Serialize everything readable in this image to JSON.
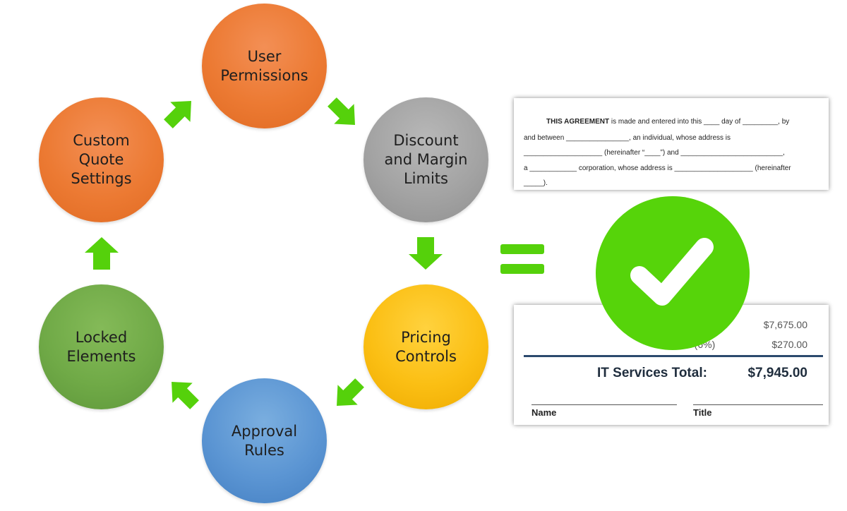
{
  "diagram": {
    "nodes": [
      {
        "id": "user-permissions",
        "label": "User\nPermissions"
      },
      {
        "id": "discount-margin",
        "label": "Discount\nand Margin\nLimits"
      },
      {
        "id": "pricing-controls",
        "label": "Pricing\nControls"
      },
      {
        "id": "approval-rules",
        "label": "Approval\nRules"
      },
      {
        "id": "locked-elements",
        "label": "Locked\nElements"
      },
      {
        "id": "custom-quote",
        "label": "Custom\nQuote\nSettings"
      }
    ]
  },
  "agreement": {
    "line1_bold": "THIS AGREEMENT",
    "line1_rest": " is made and entered into this ____ day of _________, by",
    "line2": "and between ________________, an individual, whose address is",
    "line3": "____________________ (hereinafter “____”) and __________________________,",
    "line4": "a ____________ corporation, whose address is ____________________ (hereinafter",
    "line5": "_____)."
  },
  "totals": {
    "subtotal_value": "$7,675.00",
    "tax_label": "Tax (6%)",
    "tax_value": "$270.00",
    "total_label": "IT Services Total:",
    "total_value": "$7,945.00",
    "name_label": "Name",
    "title_label": "Title"
  },
  "colors": {
    "arrow_green": "#55d10b",
    "check_green": "#56d40a",
    "rule_navy": "#2c4a6e"
  }
}
